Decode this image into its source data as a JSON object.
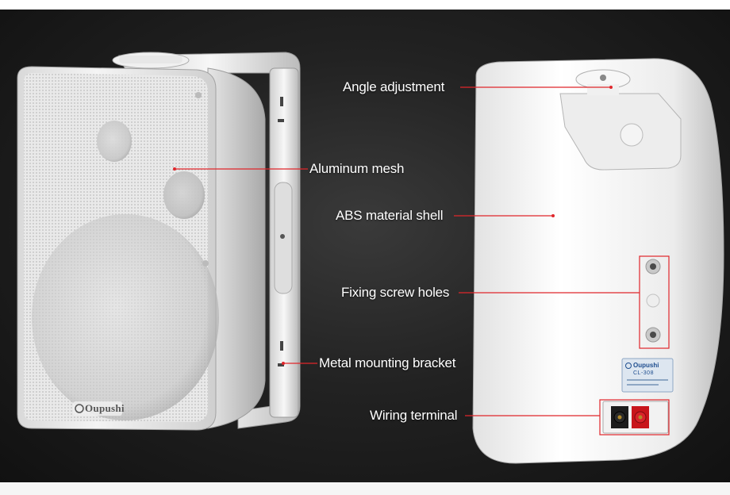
{
  "image": {
    "subject": "two white wall-mounted speakers",
    "colors": {
      "background_dark": "#1a1a1a",
      "speaker_white": "#f2f2f2",
      "callout_line": "#e0262b",
      "callout_text": "#ffffff",
      "terminal_red": "#c8151b",
      "terminal_black": "#1c1c1c",
      "label_blue": "#1f4e8f"
    }
  },
  "callouts": {
    "angle_adjustment": "Angle adjustment",
    "aluminum_mesh": "Aluminum mesh",
    "abs_shell": "ABS material shell",
    "fixing_screw_holes": "Fixing screw holes",
    "mounting_bracket": "Metal mounting bracket",
    "wiring_terminal": "Wiring terminal"
  },
  "front_speaker": {
    "brand": "Oupushi"
  },
  "rear_speaker": {
    "label_brand": "Oupushi",
    "label_model": "CL-308"
  }
}
